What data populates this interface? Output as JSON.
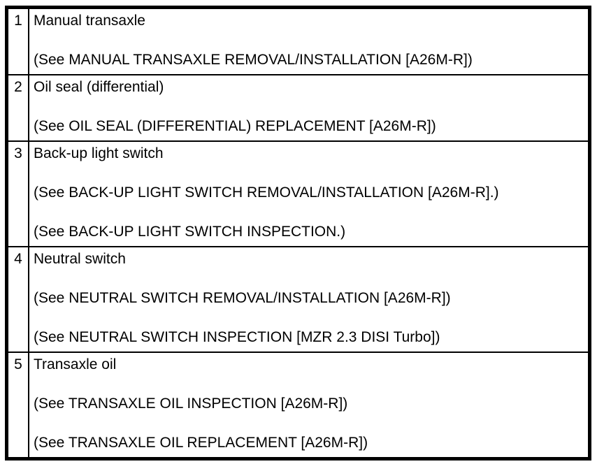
{
  "colors": {
    "border": "#000000",
    "text": "#000000",
    "background": "#ffffff"
  },
  "table": {
    "rows": [
      {
        "num": "1",
        "title": "Manual transaxle",
        "refs": [
          "(See MANUAL TRANSAXLE REMOVAL/INSTALLATION [A26M-R])"
        ]
      },
      {
        "num": "2",
        "title": "Oil seal (differential)",
        "refs": [
          "(See OIL SEAL (DIFFERENTIAL) REPLACEMENT [A26M-R])"
        ]
      },
      {
        "num": "3",
        "title": "Back-up light switch",
        "refs": [
          "(See BACK-UP LIGHT SWITCH REMOVAL/INSTALLATION [A26M-R].)",
          "(See BACK-UP LIGHT SWITCH INSPECTION.)"
        ]
      },
      {
        "num": "4",
        "title": "Neutral switch",
        "refs": [
          "(See NEUTRAL SWITCH REMOVAL/INSTALLATION [A26M-R])",
          "(See NEUTRAL SWITCH INSPECTION [MZR 2.3 DISI Turbo])"
        ]
      },
      {
        "num": "5",
        "title": "Transaxle oil",
        "refs": [
          "(See TRANSAXLE OIL INSPECTION [A26M-R])",
          "(See TRANSAXLE OIL REPLACEMENT [A26M-R])"
        ]
      }
    ]
  }
}
